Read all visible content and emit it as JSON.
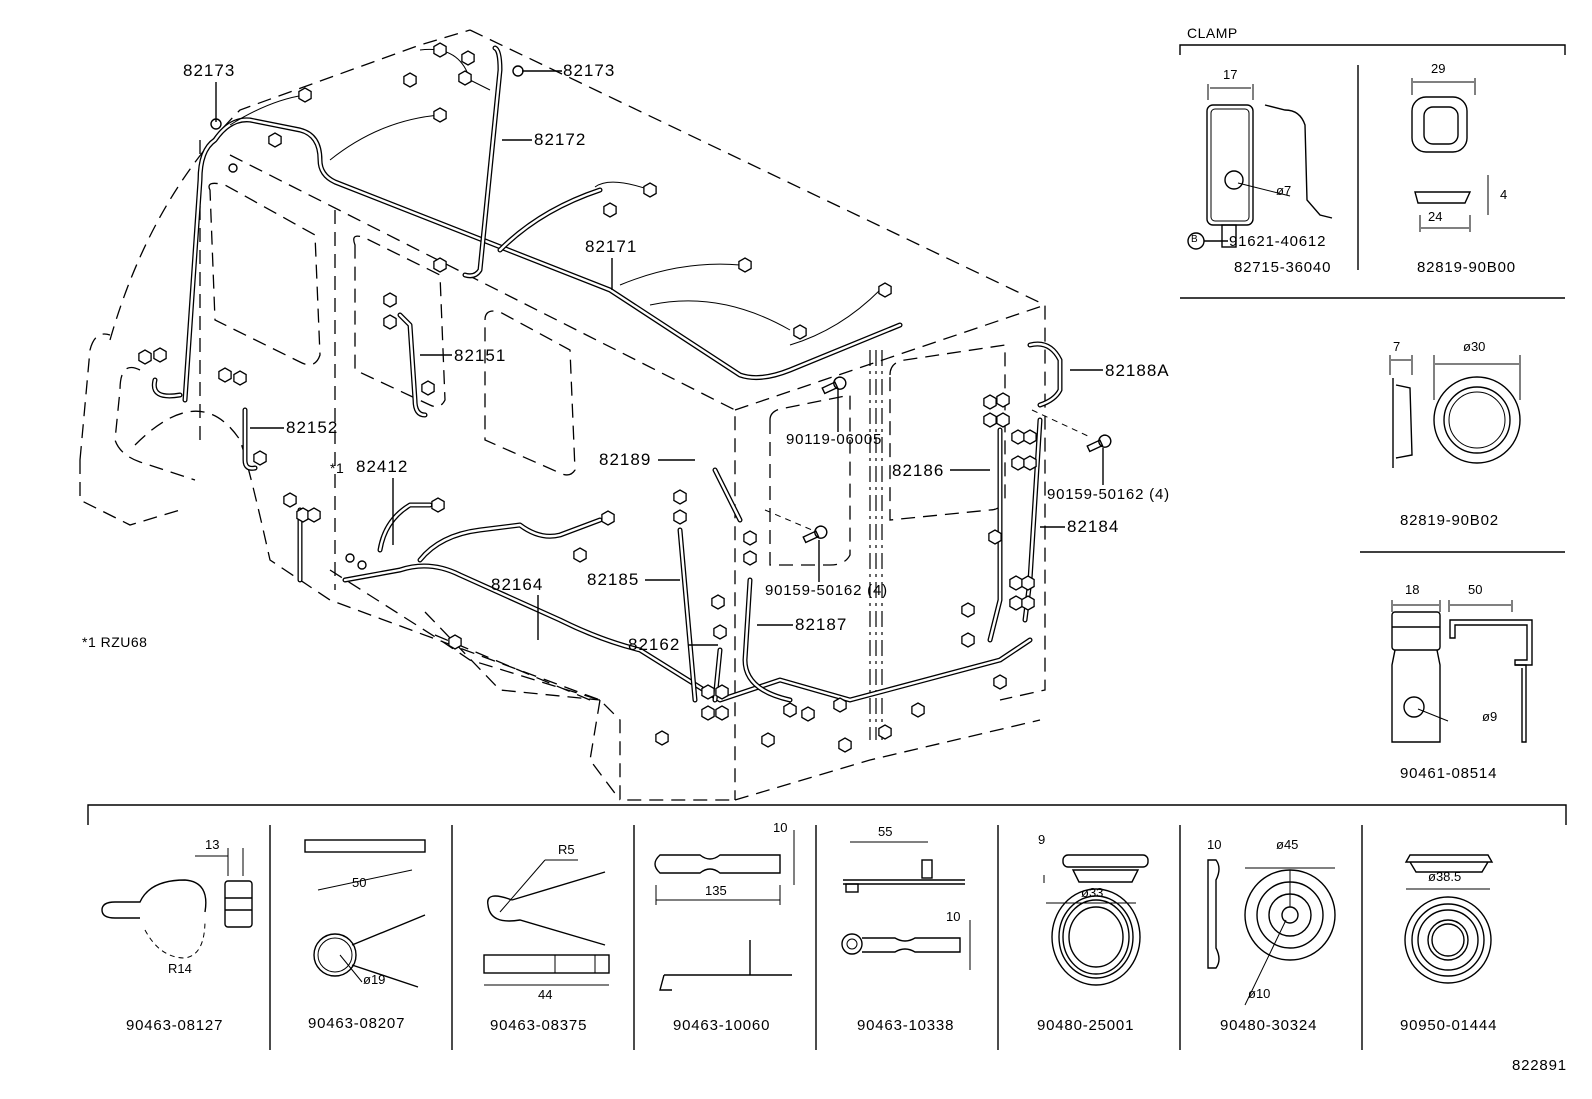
{
  "diagram": {
    "title": "Wiring & Clamp",
    "figure_number": "822891",
    "footnote": "*1 RZU68",
    "clamp_section_title": "CLAMP"
  },
  "callouts": {
    "c82173_left": "82173",
    "c82173_right": "82173",
    "c82172": "82172",
    "c82171": "82171",
    "c82151": "82151",
    "c82152": "82152",
    "c82412_prefix": "*1",
    "c82412": "82412",
    "c82164": "82164",
    "c82185": "82185",
    "c82189": "82189",
    "c82162": "82162",
    "c82187": "82187",
    "c82186": "82186",
    "c82184": "82184",
    "c82188A": "82188A",
    "bolt_90119": "90119-06005",
    "bolt_90159_a": "90159-50162 (4)",
    "bolt_90159_b": "90159-50162 (4)"
  },
  "clamp_parts": [
    {
      "part_number": "82715-36040",
      "sub_ref_marker": "B",
      "sub_ref_part": "91621-40612",
      "dims": [
        "17",
        "ø7"
      ]
    },
    {
      "part_number": "82819-90B00",
      "dims": [
        "29",
        "24",
        "4"
      ]
    },
    {
      "part_number": "82819-90B02",
      "dims": [
        "7",
        "ø30"
      ]
    },
    {
      "part_number": "90461-08514",
      "dims": [
        "18",
        "50",
        "ø9"
      ]
    }
  ],
  "bottom_parts": [
    {
      "part_number": "90463-08127",
      "dims": [
        "13",
        "R14"
      ]
    },
    {
      "part_number": "90463-08207",
      "dims": [
        "50",
        "ø19"
      ]
    },
    {
      "part_number": "90463-08375",
      "dims": [
        "R5",
        "44"
      ]
    },
    {
      "part_number": "90463-10060",
      "dims": [
        "10",
        "135"
      ]
    },
    {
      "part_number": "90463-10338",
      "dims": [
        "55",
        "10"
      ]
    },
    {
      "part_number": "90480-25001",
      "dims": [
        "9",
        "ø33"
      ]
    },
    {
      "part_number": "90480-30324",
      "dims": [
        "10",
        "ø45",
        "ø10"
      ]
    },
    {
      "part_number": "90950-01444",
      "dims": [
        "ø38.5"
      ]
    }
  ]
}
